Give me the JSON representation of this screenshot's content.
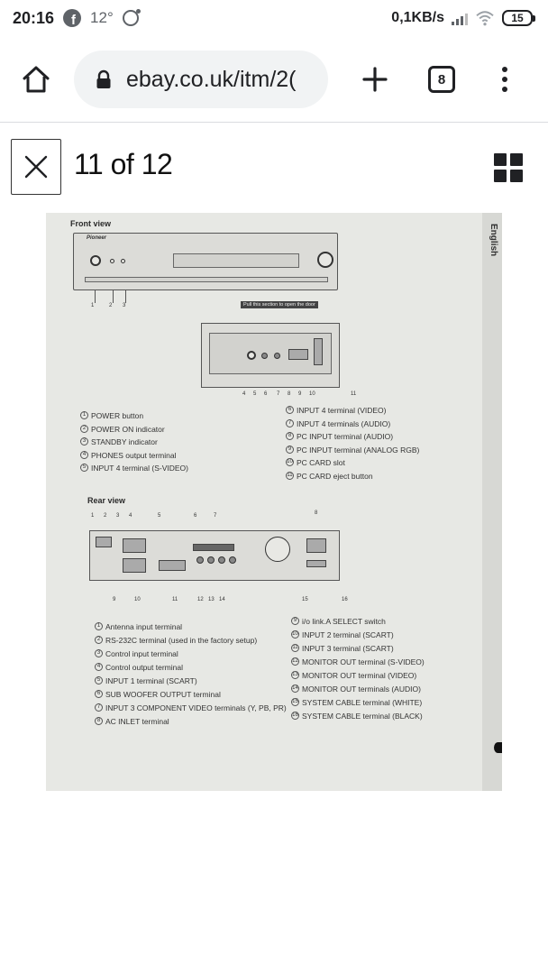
{
  "status_bar": {
    "time": "20:16",
    "temperature": "12°",
    "net_speed": "0,1KB/s",
    "battery": "15"
  },
  "browser": {
    "url": "ebay.co.uk/itm/2(",
    "tab_count": "8"
  },
  "viewer": {
    "counter": "11 of 12"
  },
  "manual": {
    "side_label": "English",
    "front_view_title": "Front view",
    "brand": "Pioneer",
    "door_note": "Pull this section to open the door",
    "front_callouts": [
      "1",
      "2",
      "3"
    ],
    "door_callouts": [
      "4",
      "5",
      "6",
      "7",
      "8",
      "9",
      "10",
      "11"
    ],
    "front_items_left": [
      {
        "num": "1",
        "text": "POWER button"
      },
      {
        "num": "2",
        "text": "POWER ON indicator"
      },
      {
        "num": "3",
        "text": "STANDBY indicator"
      },
      {
        "num": "4",
        "text": "PHONES output terminal"
      },
      {
        "num": "5",
        "text": "INPUT 4 terminal (S-VIDEO)"
      }
    ],
    "front_items_right": [
      {
        "num": "6",
        "text": "INPUT 4 terminal (VIDEO)"
      },
      {
        "num": "7",
        "text": "INPUT 4 terminals (AUDIO)"
      },
      {
        "num": "8",
        "text": "PC INPUT terminal (AUDIO)"
      },
      {
        "num": "9",
        "text": "PC INPUT terminal (ANALOG RGB)"
      },
      {
        "num": "10",
        "text": "PC CARD slot"
      },
      {
        "num": "11",
        "text": "PC CARD eject button"
      }
    ],
    "rear_view_title": "Rear view",
    "rear_top_callouts": [
      "1",
      "2",
      "3",
      "4",
      "5",
      "6",
      "7",
      "8"
    ],
    "rear_bottom_callouts": [
      "9",
      "10",
      "11",
      "12",
      "13",
      "14",
      "15",
      "16"
    ],
    "rear_items_left": [
      {
        "num": "1",
        "text": "Antenna input terminal"
      },
      {
        "num": "2",
        "text": "RS-232C terminal (used in the factory setup)"
      },
      {
        "num": "3",
        "text": "Control input terminal"
      },
      {
        "num": "4",
        "text": "Control output terminal"
      },
      {
        "num": "5",
        "text": "INPUT 1 terminal (SCART)"
      },
      {
        "num": "6",
        "text": "SUB WOOFER OUTPUT terminal"
      },
      {
        "num": "7",
        "text": "INPUT 3 COMPONENT VIDEO terminals (Y, PB, PR)"
      },
      {
        "num": "8",
        "text": "AC INLET terminal"
      }
    ],
    "rear_items_right": [
      {
        "num": "9",
        "text": "i/o link.A SELECT switch"
      },
      {
        "num": "10",
        "text": "INPUT 2 terminal (SCART)"
      },
      {
        "num": "11",
        "text": "INPUT 3 terminal (SCART)"
      },
      {
        "num": "12",
        "text": "MONITOR OUT terminal (S-VIDEO)"
      },
      {
        "num": "13",
        "text": "MONITOR OUT terminal (VIDEO)"
      },
      {
        "num": "14",
        "text": "MONITOR OUT terminals (AUDIO)"
      },
      {
        "num": "15",
        "text": "SYSTEM CABLE terminal (WHITE)"
      },
      {
        "num": "16",
        "text": "SYSTEM CABLE terminal (BLACK)"
      }
    ]
  },
  "icons": {
    "facebook": "facebook-icon",
    "message": "message-icon",
    "signal": "signal-icon",
    "wifi": "wifi-icon",
    "battery": "battery-icon",
    "home": "home-icon",
    "lock": "lock-icon",
    "new_tab": "plus-icon",
    "tabs": "tab-switcher-icon",
    "menu": "more-vert-icon",
    "close": "close-icon",
    "grid": "grid-icon"
  }
}
